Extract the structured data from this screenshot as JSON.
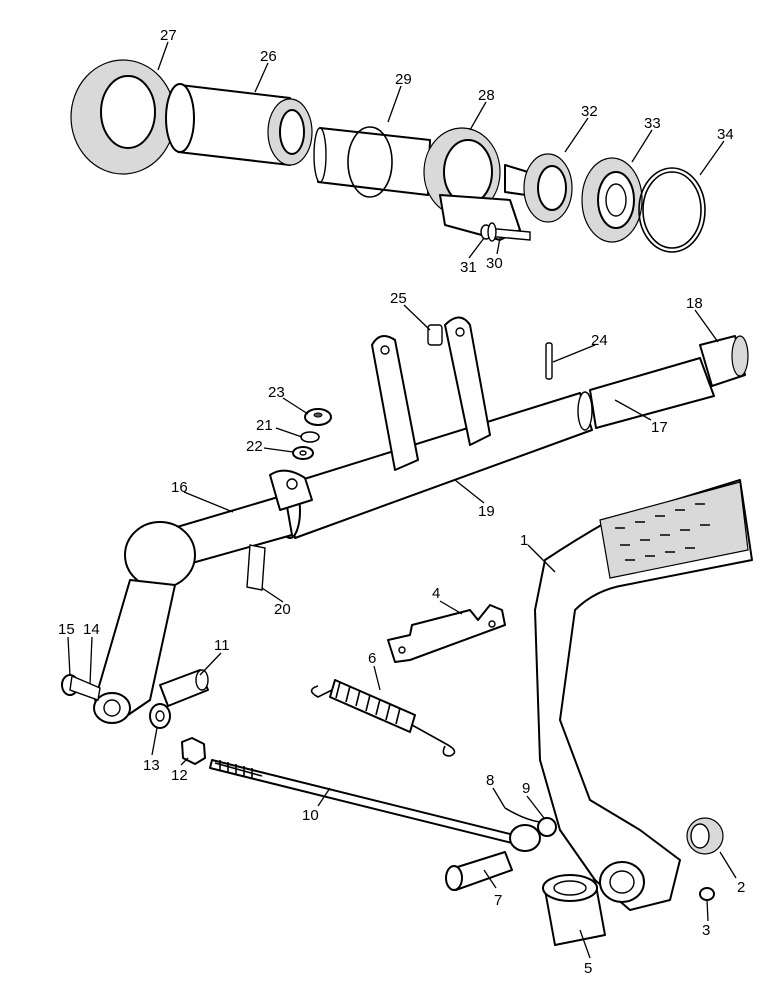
{
  "callouts": {
    "c1": "1",
    "c2": "2",
    "c3": "3",
    "c4": "4",
    "c5": "5",
    "c6": "6",
    "c7": "7",
    "c8": "8",
    "c9": "9",
    "c10": "10",
    "c11": "11",
    "c12": "12",
    "c13": "13",
    "c14": "14",
    "c15": "15",
    "c16": "16",
    "c17": "17",
    "c18": "18",
    "c19": "19",
    "c20": "20",
    "c21": "21",
    "c22": "22",
    "c23": "23",
    "c24": "24",
    "c25": "25",
    "c26": "26",
    "c27": "27",
    "c28": "28",
    "c29": "29",
    "c30": "30",
    "c31": "31",
    "c32": "32",
    "c33": "33",
    "c34": "34"
  },
  "colors": {
    "ink": "#000000",
    "paper": "#ffffff",
    "shade": "#d9d9d9"
  }
}
